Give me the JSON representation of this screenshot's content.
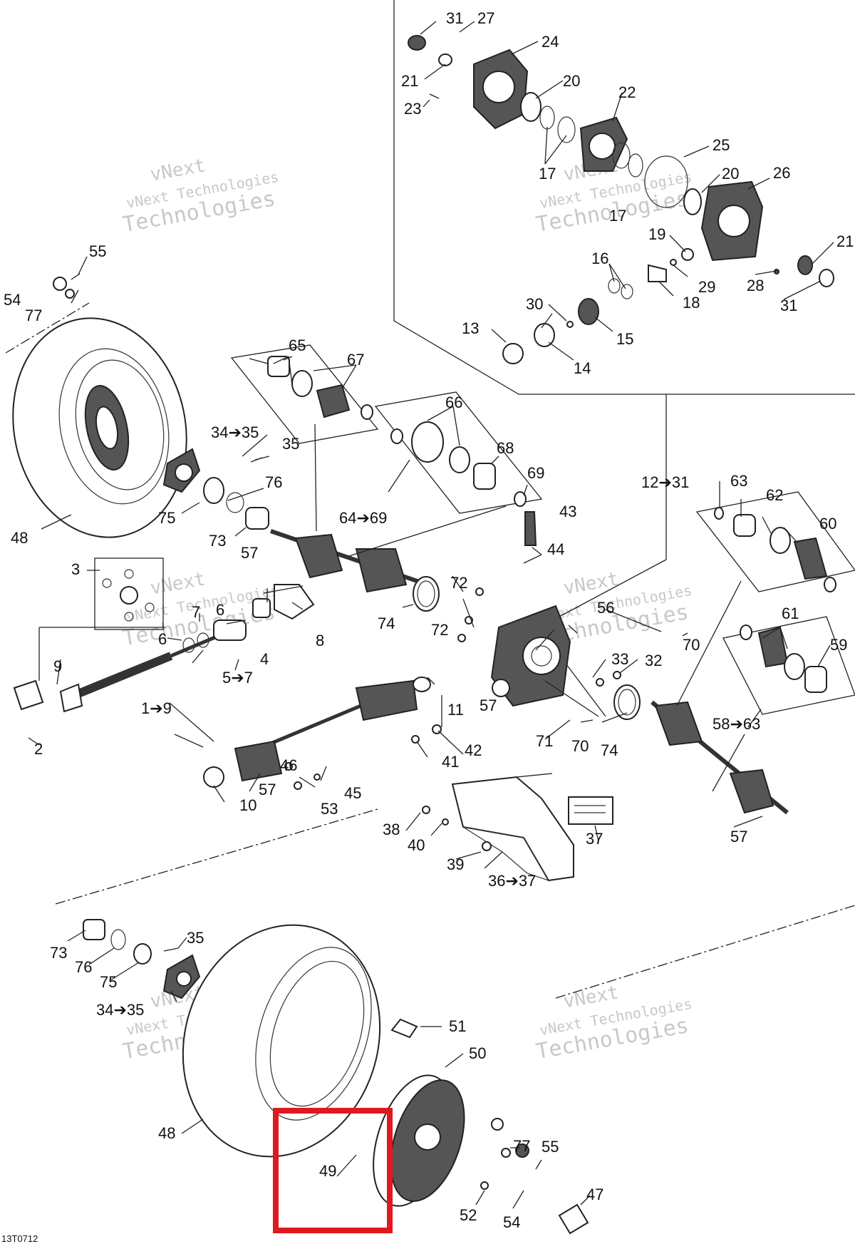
{
  "diagram": {
    "figure_code": "13T0712",
    "watermark_line1": "vNext",
    "watermark_line2": "vNext Technologies",
    "watermark_line3": "Technologies",
    "highlight_color": "#e0191e",
    "labels": {
      "l1": "1➔9",
      "l2": "2",
      "l3": "3",
      "l4": "4",
      "l5": "5➔7",
      "l6a": "6",
      "l6b": "6",
      "l7": "7",
      "l8": "8",
      "l9": "9",
      "l10": "10",
      "l11": "11",
      "l12": "12➔31",
      "l13": "13",
      "l14": "14",
      "l15": "15",
      "l16": "16",
      "l17a": "17",
      "l17b": "17",
      "l18": "18",
      "l19": "19",
      "l20a": "20",
      "l20b": "20",
      "l21a": "21",
      "l21b": "21",
      "l22": "22",
      "l23": "23",
      "l24": "24",
      "l25": "25",
      "l26": "26",
      "l27": "27",
      "l28": "28",
      "l29": "29",
      "l30": "30",
      "l31a": "31",
      "l31b": "31",
      "l32": "32",
      "l33": "33",
      "l34a": "34➔35",
      "l34b": "34➔35",
      "l35a": "35",
      "l35b": "35",
      "l36": "36➔37",
      "l37": "37",
      "l38": "38",
      "l39": "39",
      "l40": "40",
      "l41": "41",
      "l42": "42",
      "l43": "43",
      "l44": "44",
      "l45": "45",
      "l46": "46",
      "l47": "47",
      "l48a": "48",
      "l48b": "48",
      "l49": "49",
      "l50": "50",
      "l51": "51",
      "l52": "52",
      "l53": "53",
      "l54a": "54",
      "l54b": "54",
      "l55a": "55",
      "l55b": "55",
      "l56": "56",
      "l57a": "57",
      "l57b": "57",
      "l57c": "57",
      "l57d": "57",
      "l58": "58➔63",
      "l59": "59",
      "l60": "60",
      "l61": "61",
      "l62": "62",
      "l63": "63",
      "l64": "64➔69",
      "l65": "65",
      "l66": "66",
      "l67": "67",
      "l68": "68",
      "l69": "69",
      "l70a": "70",
      "l70b": "70",
      "l71": "71",
      "l72a": "72",
      "l72b": "72",
      "l73a": "73",
      "l73b": "73",
      "l74a": "74",
      "l74b": "74",
      "l75a": "75",
      "l75b": "75",
      "l76a": "76",
      "l76b": "76",
      "l77a": "77",
      "l77b": "77"
    }
  }
}
